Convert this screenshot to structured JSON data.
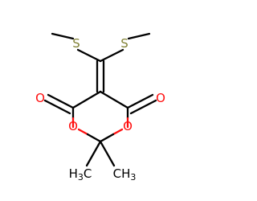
{
  "atoms": {
    "s_left": {
      "label": "S",
      "color": "#808033"
    },
    "s_right": {
      "label": "S",
      "color": "#808033"
    },
    "o_carbonyl_left": {
      "label": "O",
      "color": "#ff0d0d"
    },
    "o_carbonyl_right": {
      "label": "O",
      "color": "#ff0d0d"
    },
    "o_ring_left": {
      "label": "O",
      "color": "#ff0d0d"
    },
    "o_ring_right": {
      "label": "O",
      "color": "#ff0d0d"
    },
    "methyl_left": {
      "label": "H",
      "sub": "3",
      "suffix": "C",
      "color": "#000000"
    },
    "methyl_right": {
      "label": "CH",
      "sub": "3",
      "color": "#000000"
    }
  },
  "colors": {
    "bond": "#000000",
    "sulfur": "#808033",
    "oxygen": "#ff0d0d",
    "background": "#ffffff"
  }
}
